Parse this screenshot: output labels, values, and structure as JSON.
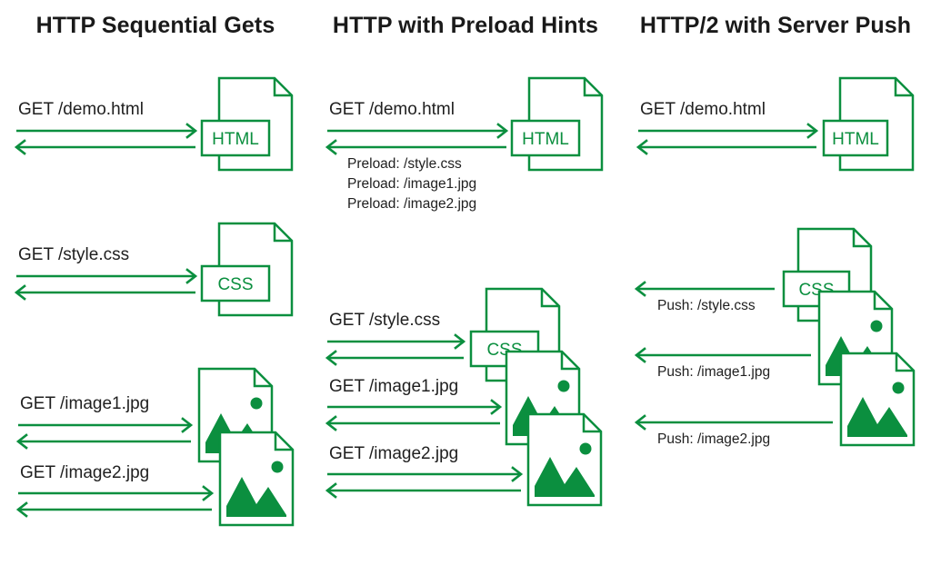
{
  "colors": {
    "accent": "#0b8f3f",
    "text": "#1f1f1f",
    "background": "#ffffff"
  },
  "columns": [
    {
      "title": "HTTP Sequential Gets",
      "requests": [
        "GET /demo.html",
        "GET /style.css",
        "GET /image1.jpg",
        "GET /image2.jpg"
      ],
      "files": [
        "HTML",
        "CSS",
        "image-icon",
        "image-icon"
      ]
    },
    {
      "title": "HTTP with Preload Hints",
      "requests": [
        "GET /demo.html",
        "GET /style.css",
        "GET /image1.jpg",
        "GET /image2.jpg"
      ],
      "preload_notes": [
        "Preload: /style.css",
        "Preload: /image1.jpg",
        "Preload: /image2.jpg"
      ],
      "files": [
        "HTML",
        "CSS",
        "image-icon",
        "image-icon"
      ]
    },
    {
      "title": "HTTP/2 with Server Push",
      "requests": [
        "GET /demo.html"
      ],
      "pushes": [
        "Push: /style.css",
        "Push: /image1.jpg",
        "Push: /image2.jpg"
      ],
      "files": [
        "HTML",
        "CSS",
        "image-icon",
        "image-icon"
      ]
    }
  ]
}
